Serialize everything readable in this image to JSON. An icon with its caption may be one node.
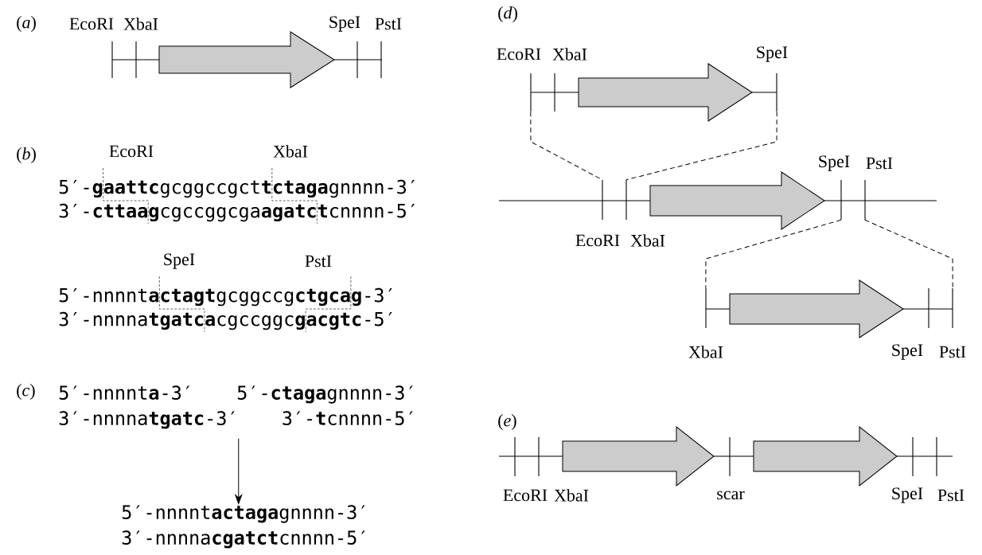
{
  "diagram": {
    "nodes": [
      {
        "text": [
          "5′-nnnnt**a**-3′",
          "3′-nnnna**tgatc**-3′"
        ]
      },
      {
        "text": [
          "5′-**ctaga**gnnnn-3′",
          "3′-**t**cnnnn-5′"
        ]
      },
      {
        "text": [
          "5′-nnnnt**actaga**gnnnn-3′",
          "3′-nnnna**cgatct**cnnnn-5′"
        ]
      },
      {
        "text": [],
        "shape": "picture",
        "beside": [
          "EcoRI",
          "XbaI",
          "SpeI"
        ]
      },
      {
        "text": [],
        "shape": "picture",
        "beside": [
          "SpeI",
          "PstI",
          "EcoRI",
          "XbaI"
        ]
      },
      {
        "text": [],
        "shape": "picture",
        "beside": [
          "XbaI",
          "SpeI",
          "PstI"
        ]
      }
    ],
    "edges": [
      {
        "from": 0,
        "to": 2,
        "arrow": "to"
      },
      {
        "from": 3,
        "to": 4,
        "arrow": "none",
        "style": "dashed"
      },
      {
        "from": 3,
        "to": 4,
        "arrow": "none",
        "style": "dashed"
      },
      {
        "from": 4,
        "to": 5,
        "arrow": "none",
        "style": "dashed"
      },
      {
        "from": 4,
        "to": 5,
        "arrow": "none",
        "style": "dashed"
      }
    ],
    "labels": [
      "(*a*)",
      "EcoRI",
      "XbaI",
      "SpeI",
      "PstI",
      "(*b*)",
      "EcoRI",
      "XbaI",
      "5′-**gaattc**gcggccgct**tctaga**gnnnn-3′",
      "3′-**cttaag**cgccggcga**agatct**cnnnn-5′",
      "SpeI",
      "PstI",
      "5′-nnnnt**actagt**gcggccg**ctgcag**-3′",
      "3′-nnnna**tgatca**cgccggc**gacgtc**-5′",
      "(*c*)",
      "(*d*)",
      "(*e*)",
      "EcoRI",
      "XbaI",
      "scar",
      "SpeI",
      "PstI"
    ]
  }
}
